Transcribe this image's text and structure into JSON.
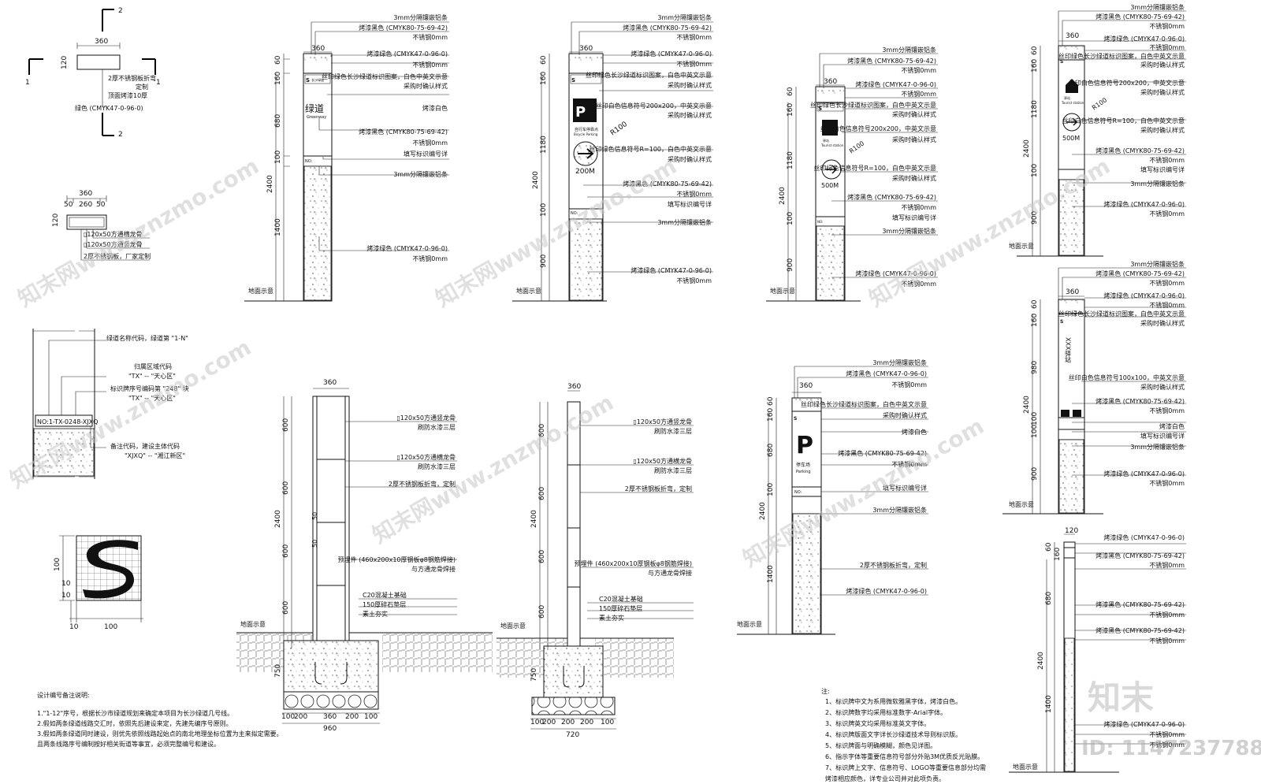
{
  "section_mark": {
    "two": "2",
    "one": "1",
    "width": "360",
    "height": "120",
    "note1": "2厚不锈钢板折弯",
    "note2": "定制",
    "note3": "顶面烤漆10厚",
    "note4": "绿色 (CMYK47-0-96-0)"
  },
  "plan_b": {
    "w": "360",
    "a": "50",
    "b": "260",
    "c": "50",
    "h": "120",
    "n1": "▯120x50方通横龙骨",
    "n2": "▯120x50方通竖龙骨",
    "n3": "2厚不锈钢板，厂家定制"
  },
  "code_detail": {
    "c1": "绿道名称代码，绿道第 \"1-N\"",
    "c2": "归属区域代码",
    "c3": "\"TX\" -- \"天心区\"",
    "c4": "标识牌序号编码第 \"248\" 块",
    "c5": "\"TX\" -- \"天心区\"",
    "c6": "备注代码，建设主体代码",
    "c7": "\"XJXQ\" -- \"湘江新区\"",
    "plate": "NO:1-TX-0248-XJXQ"
  },
  "logo": {
    "d1": "100",
    "d2": "10",
    "d3": "10",
    "d4": "10",
    "d5": "100"
  },
  "design_notes": {
    "title": "设计编号备注说明:",
    "l1": "1.\"1-12\"序号，根据长沙市绿道规划来确定本项目为长沙绿道几号线。",
    "l2": "2.假如两条绿道线路交汇时，依照先后建设来定，先建先编序号原则。",
    "l3": "3.假如两条绿道同时建设，则优先依照线路起始点的南北地理坐标位置为主来拟定需要。",
    "l4": "且两条线路序号编制按好相关街道等事宜，必须完整编号和建设。"
  },
  "notes": {
    "title": "注:",
    "l1": "1、标识牌中文为系用微软雅黑字体，烤漆白色。",
    "l2": "2、标识牌数字均采用标准数字-Arial字体。",
    "l3": "3、标识牌英文均采用标准英文字体。",
    "l4": "4、标识牌版面文字详长沙绿道技术导则标识版。",
    "l5": "5、标识牌面与明确模糊，颜色见详图。",
    "l6": "6、指示字体等重要信息符号部分外贴3M优质反光贴膜。",
    "l7": "7、标识牌上文字、信息符号、LOGO等重要信息部分均需",
    "l8": "烤漆相应颜色，详专业公司并对此项负责。"
  },
  "e1": {
    "dims": [
      "60",
      "160",
      "680",
      "100",
      "1400",
      "2400",
      "360"
    ],
    "ann": [
      "3mm分隔镶嵌铝条",
      "烤漆黑色 (CMYK80-75-69-42)",
      "不锈钢0mm",
      "烤漆绿色 (CMYK47-0-96-0)",
      "不锈钢0mm",
      "丝印绿色长沙绿道标识图案，白色中英文示意",
      "采购时确认样式",
      "烤漆白色",
      "烤漆黑色 (CMYK80-75-69-42)",
      "不锈钢0mm",
      "填写标识编号详",
      "3mm分隔镶嵌铝条",
      "烤漆绿色 (CMYK47-0-96-0)",
      "不锈钢0mm"
    ],
    "title": "绿道",
    "sub": "Greenway",
    "no": "NO:",
    "ground": "地面示意",
    "brand": "长沙绿道"
  },
  "e2": {
    "dims": [
      "60",
      "160",
      "1180",
      "100",
      "900",
      "2400",
      "360"
    ],
    "ann": [
      "3mm分隔镶嵌铝条",
      "烤漆黑色 (CMYK80-75-69-42)",
      "不锈钢0mm",
      "烤漆绿色 (CMYK47-0-96-0)",
      "不锈钢0mm",
      "丝印绿色长沙绿道标识图案，白色中英文示意",
      "采购时确认样式",
      "丝印白色信息符号200x200，中英文示意",
      "采购时确认样式",
      "丝印绿色信息符号R=100，白色中英文示意",
      "采购时确认样式",
      "烤漆黑色 (CMYK80-75-69-42)",
      "不锈钢0mm",
      "填写标识编号详",
      "3mm分隔镶嵌铝条",
      "烤漆绿色 (CMYK47-0-96-0)",
      "不锈钢0mm"
    ],
    "sym": "P",
    "sym_cn": "自行车停靠点",
    "sym_en": "Bicycle Parking",
    "r": "R100",
    "dist": "200M",
    "no": "NO:",
    "ground": "地面示意"
  },
  "e3": {
    "dims": [
      "60",
      "160",
      "1180",
      "100",
      "900",
      "2400",
      "360"
    ],
    "ann": [
      "3mm分隔镶嵌铝条",
      "烤漆黑色 (CMYK80-75-69-42)",
      "不锈钢0mm",
      "烤漆绿色 (CMYK47-0-96-0)",
      "不锈钢0mm",
      "丝印绿色长沙绿道标识图案，白色中英文示意",
      "采购时确认样式",
      "丝印白色信息符号200x200，中英文示意",
      "采购时确认样式",
      "丝印绿色信息符号R=100，白色中英文示意",
      "采购时确认样式",
      "烤漆黑色 (CMYK80-75-69-42)",
      "不锈钢0mm",
      "填写标识编号详",
      "3mm分隔镶嵌铝条",
      "烤漆绿色 (CMYK47-0-96-0)",
      "不锈钢0mm"
    ],
    "sym_cn": "驿站",
    "sym_en": "Tourist station",
    "r": "R100",
    "dist": "500M",
    "no": "NO:",
    "ground": "地面示意"
  },
  "e4": {
    "dims": [
      "60",
      "160",
      "1180",
      "100",
      "900",
      "2400",
      "360"
    ],
    "ann": [
      "3mm分隔镶嵌铝条",
      "烤漆黑色 (CMYK80-75-69-42)",
      "不锈钢0mm",
      "烤漆绿色 (CMYK47-0-96-0)",
      "不锈钢0mm",
      "丝印绿色长沙绿道标识图案，白色中英文示意",
      "采购时确认样式",
      "丝印白色信息符号200x200，中英文示意",
      "采购时确认样式",
      "丝印白色信息符号R=100，白色中英文示意",
      "采购时确认样式",
      "烤漆黑色 (CMYK80-75-69-42)",
      "不锈钢0mm",
      "填写标识编号详",
      "3mm分隔镶嵌铝条",
      "烤漆绿色 (CMYK47-0-96-0)",
      "不锈钢0mm"
    ],
    "cn": "驿站",
    "en": "Tourist station",
    "r": "R100",
    "dist": "500M",
    "ground": "地面示意"
  },
  "e5": {
    "dims": [
      "60",
      "160",
      "980",
      "100",
      "100",
      "900",
      "2400",
      "360"
    ],
    "ann": [
      "3mm分隔镶嵌铝条",
      "烤漆黑色 (CMYK80-75-69-42)",
      "不锈钢0mm",
      "烤漆绿色 (CMYK47-0-96-0)",
      "不锈钢0mm",
      "丝印绿色长沙绿道标识图案，白色中英文示意",
      "采购时确认样式",
      "丝印白色信息符号100x100，中英文示意",
      "采购时确认样式",
      "烤漆黑色 (CMYK80-75-69-42)",
      "不锈钢0mm",
      "烤漆白色",
      "填写标识编号详",
      "3mm分隔镶嵌铝条",
      "烤漆绿色 (CMYK47-0-96-0)",
      "不锈钢0mm"
    ],
    "vert": "XXX驿站",
    "ground": "地面示意"
  },
  "e6": {
    "dims": [
      "120",
      "60",
      "160",
      "680",
      "2400",
      "1400"
    ],
    "ann": [
      "烤漆绿色 (CMYK47-0-96-0)",
      "烤漆黑色 (CMYK80-75-69-42)",
      "不锈钢0mm",
      "烤漆黑色 (CMYK80-75-69-42)",
      "不锈钢0mm",
      "烤漆黑色 (CMYK80-75-69-42)",
      "不锈钢0mm",
      "烤漆绿色 (CMYK47-0-96-0)",
      "不锈钢0mm",
      "不锈钢0mm"
    ],
    "ground": "地面示意"
  },
  "e7": {
    "dims": [
      "60",
      "160",
      "680",
      "100",
      "1400",
      "2400",
      "360"
    ],
    "ann": [
      "3mm分隔镶嵌铝条",
      "烤漆黑色 (CMYK47-0-96-0)",
      "不锈钢0mm",
      "丝印绿色长沙绿道标识图案，白色中英文示意",
      "采购时确认样式",
      "烤漆白色",
      "烤漆黑色 (CMYK80-75-69-42)",
      "不锈钢0mm",
      "填写标识编号详",
      "3mm分隔镶嵌铝条",
      "2厚不锈钢板折弯，定制",
      "烤漆绿色 (CMYK47-0-96-0)"
    ],
    "sym": "P",
    "cn": "停车场",
    "en": "Parking",
    "no": "NO:",
    "ground": "地面示意"
  },
  "s1": {
    "dims": [
      "360",
      "600",
      "600",
      "600",
      "600",
      "2400",
      "750",
      "100",
      "200",
      "360",
      "200",
      "100",
      "960"
    ],
    "ann": [
      "▯120x50方通竖龙骨",
      "刷防水漆三层",
      "▯120x50方通横龙骨",
      "刷防水漆三层",
      "2厚不锈钢板折弯，定制",
      "预埋件 (460x200x10厚钢板φ8钢筋焊接)",
      "与方通龙骨焊接",
      "C20混凝土基础",
      "150厚碎石垫层",
      "素土夯实"
    ],
    "ground": "地面示意",
    "m1": "50",
    "m2": "50"
  },
  "s2": {
    "dims": [
      "360",
      "600",
      "600",
      "600",
      "600",
      "2400",
      "750",
      "100",
      "200",
      "200",
      "200",
      "100",
      "720"
    ],
    "ann": [
      "▯120x50方通竖龙骨",
      "刷防水漆三层",
      "▯120x50方通横龙骨",
      "刷防水漆三层",
      "2厚不锈钢板折弯，定制",
      "预埋件 (460x200x10厚钢板φ8钢筋焊接)",
      "与方通龙骨焊接",
      "C20混凝土基础",
      "150厚碎石垫层",
      "素土夯实"
    ],
    "ground": "地面示意"
  },
  "watermark": {
    "brand": "知末网www.znzmo.com",
    "logo": "知末",
    "id": "ID: 1147237788"
  }
}
